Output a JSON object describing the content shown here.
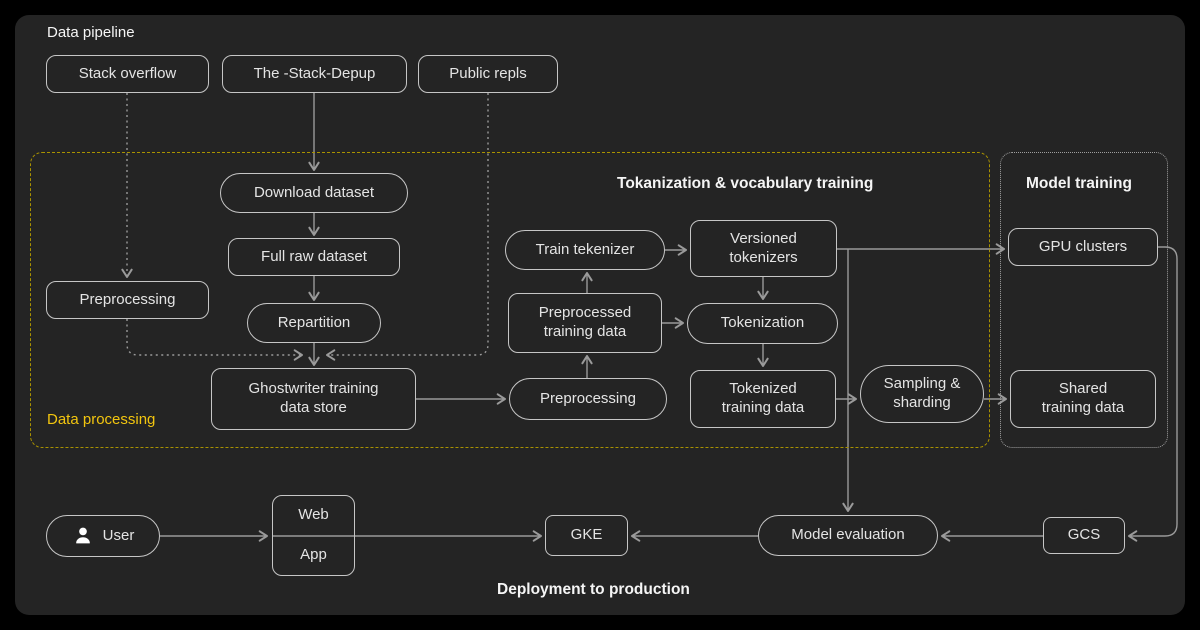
{
  "title": "Data pipeline",
  "regions": {
    "data_processing": "Data processing",
    "tokenization": "Tokanization & vocabulary training",
    "model_training": "Model training"
  },
  "footer": "Deployment to production",
  "nodes": {
    "stack_overflow": "Stack overflow",
    "stack_dedup": "The -Stack-Depup",
    "public_repls": "Public repls",
    "download_dataset": "Download dataset",
    "full_raw_dataset": "Full raw dataset",
    "repartition": "Repartition",
    "preprocessing_left": "Preprocessing",
    "ghostwriter_store": "Ghostwriter training\ndata store",
    "preprocessing_mid": "Preprocessing",
    "preprocessed_data": "Preprocessed\ntraining data",
    "train_tekenizer": "Train tekenizer",
    "versioned_tokenizers": "Versioned\ntokenizers",
    "tokenization": "Tokenization",
    "tokenized_data": "Tokenized\ntraining data",
    "sampling_sharding": "Sampling &\nsharding",
    "gpu_clusters": "GPU clusters",
    "shared_training_data": "Shared\ntraining data",
    "user": "User",
    "web": "Web",
    "app": "App",
    "gke": "GKE",
    "model_evaluation": "Model evaluation",
    "gcs": "GCS"
  },
  "icons": {
    "user": "person-icon"
  },
  "colors": {
    "background": "#242424",
    "frame": "#000000",
    "accent_yellow": "#f2c50f",
    "region_yellow_border": "#a99200",
    "line_gray": "#9a9a9a",
    "box_border": "#c6c6c6",
    "text": "#e4e4e4"
  }
}
